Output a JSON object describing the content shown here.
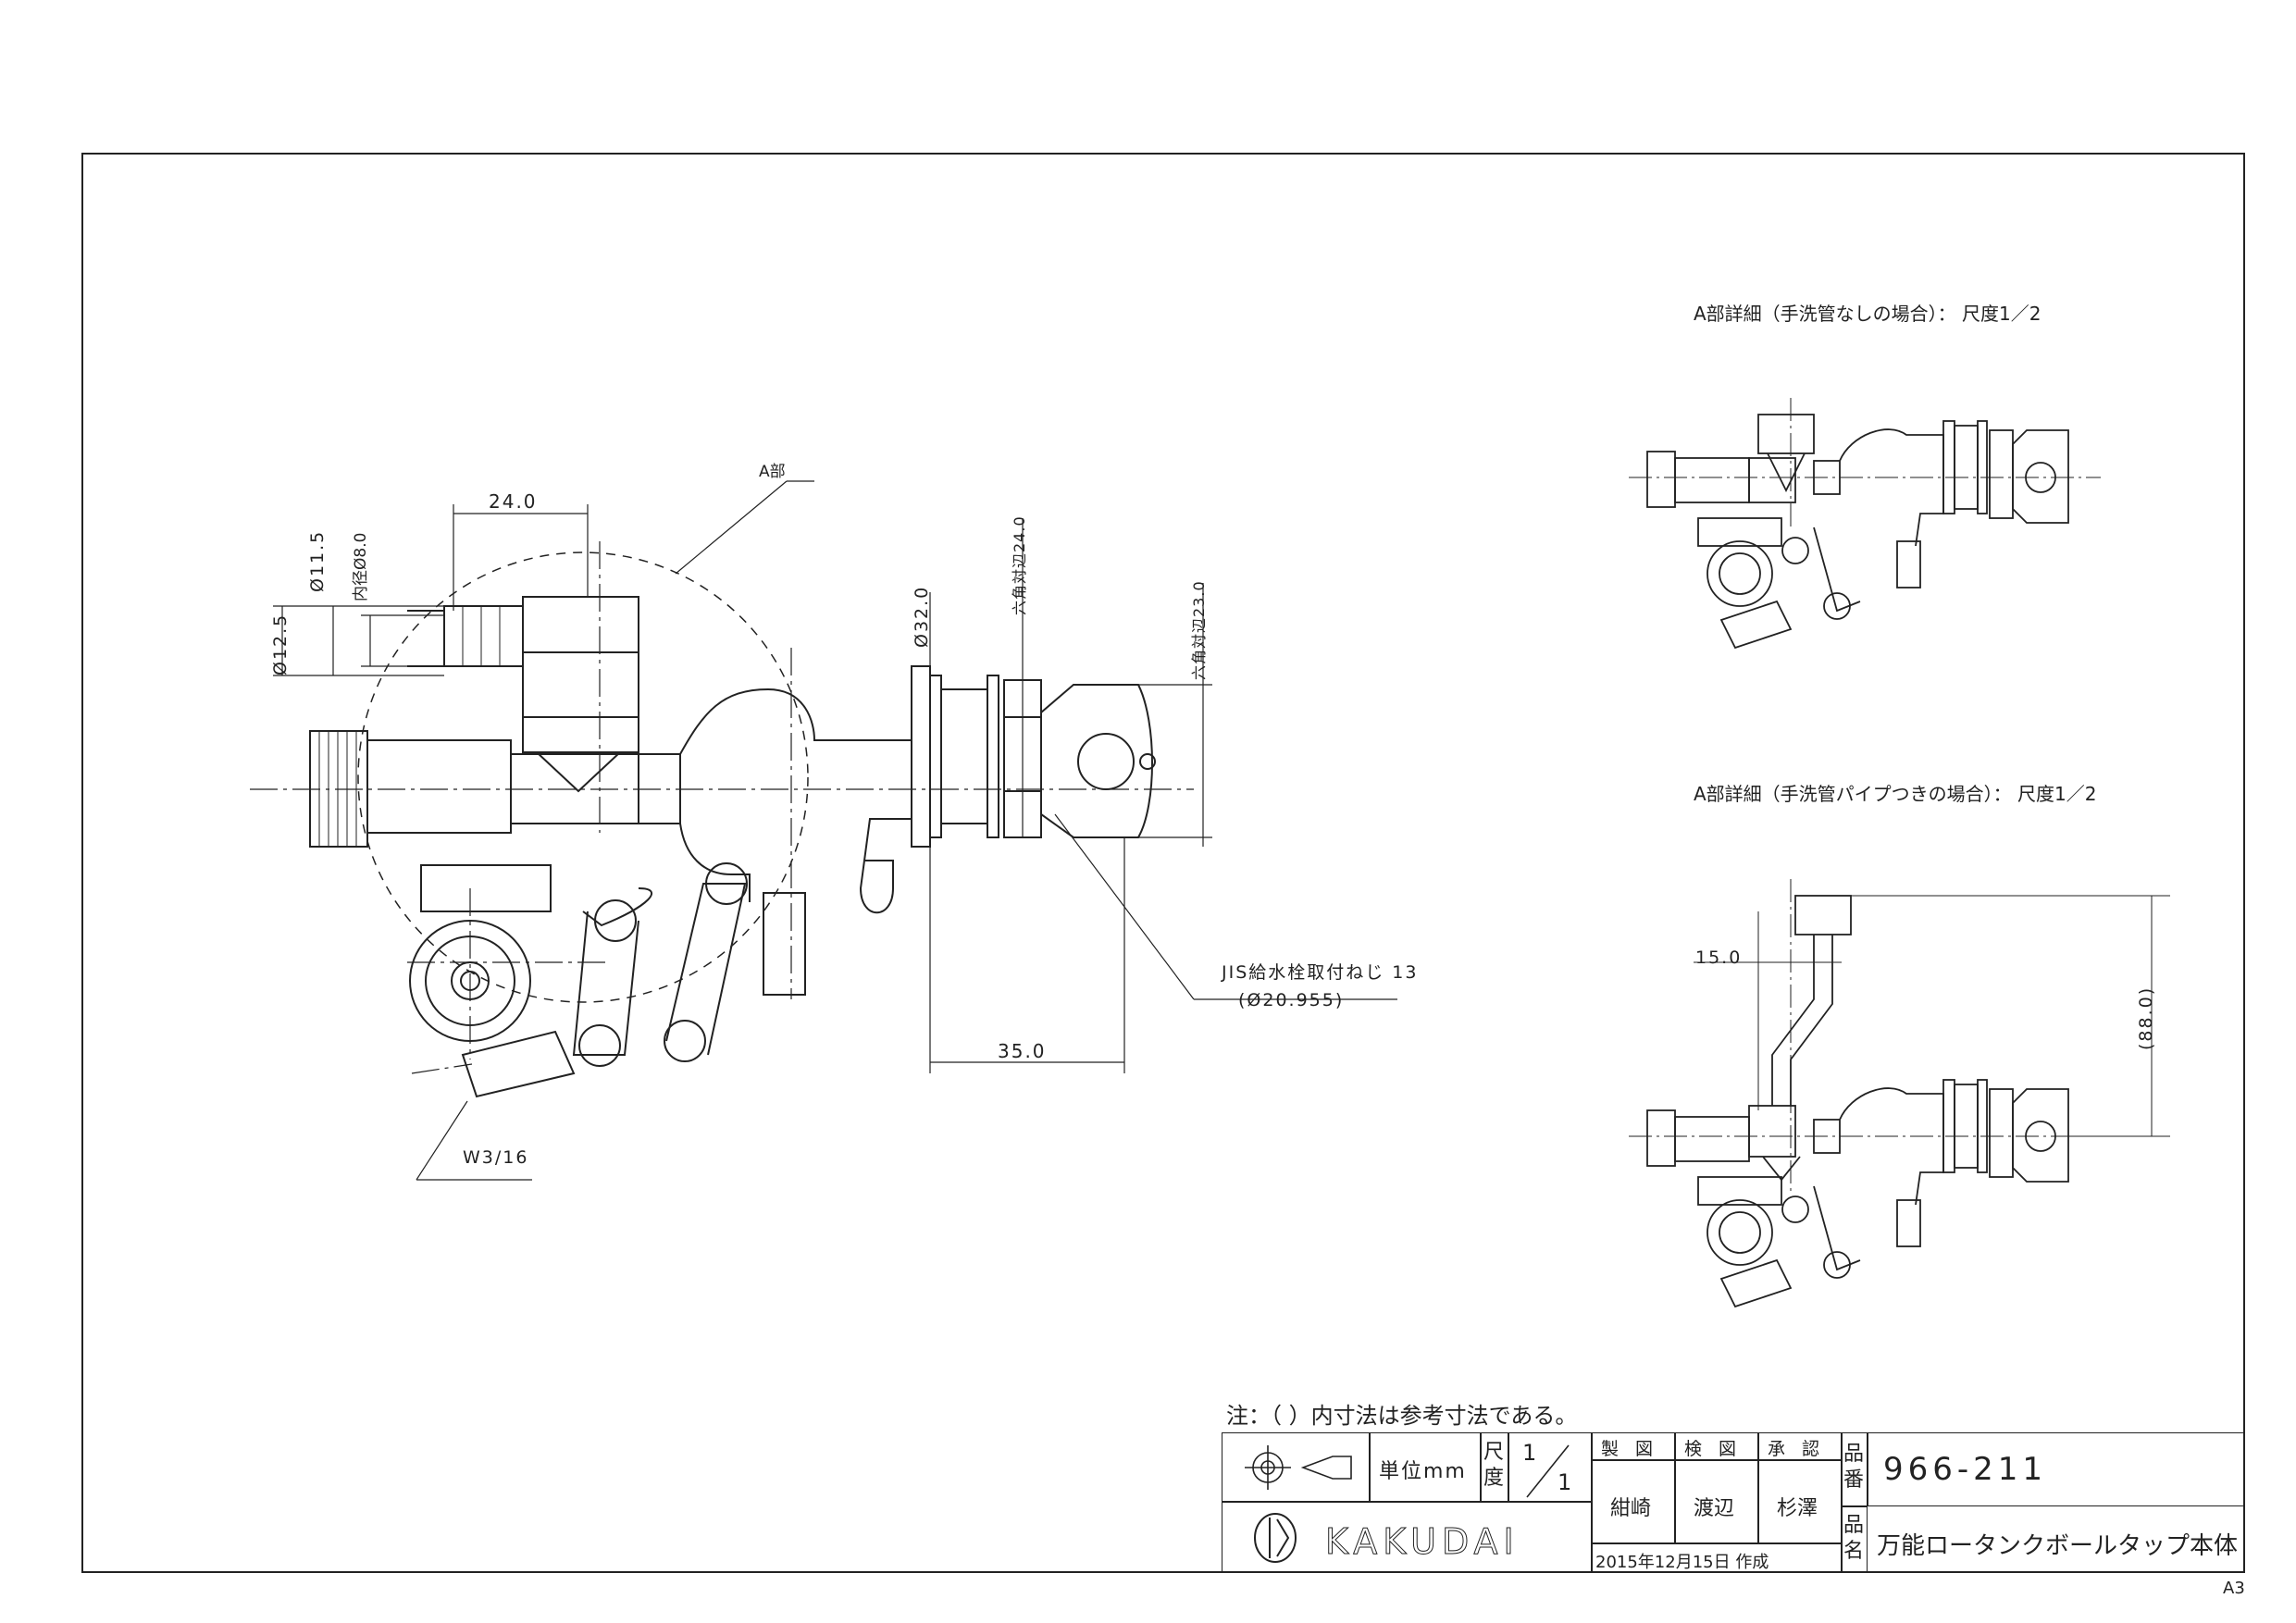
{
  "sheet_size": "A3",
  "main_view": {
    "part_label": "A部",
    "dims": {
      "d11_5": "Ø11.5",
      "inner_d8": "内径Ø8.0",
      "d12_5": "Ø12.5",
      "w24": "24.0",
      "d32": "Ø32.0",
      "hex24": "六角対辺24.0",
      "hex23": "六角対辺23.0",
      "w35": "35.0",
      "jis_thread": "JIS給水栓取付ねじ 13",
      "jis_dia": "(Ø20.955)",
      "w3_16": "W3/16"
    }
  },
  "detail1": {
    "caption": "A部詳細（手洗管なしの場合）： 尺度1／2"
  },
  "detail2": {
    "caption": "A部詳細（手洗管パイプつきの場合）： 尺度1／2",
    "dim_15": "15.0",
    "dim_88": "(88.0)"
  },
  "note": "注：（ ）内寸法は参考寸法である。",
  "title_block": {
    "unit_label": "単位mm",
    "scale_label": "尺度",
    "scale_num": "1",
    "scale_den": "1",
    "roles": [
      "製 図",
      "検 図",
      "承 認"
    ],
    "names": [
      "紺崎",
      "渡辺",
      "杉澤"
    ],
    "date_text": "2015年12月15日 作成",
    "company": "KAKUDAI",
    "part_no_label": "品番",
    "part_no": "966-211",
    "part_name_label": "品名",
    "part_name": "万能ロータンクボールタップ本体"
  }
}
